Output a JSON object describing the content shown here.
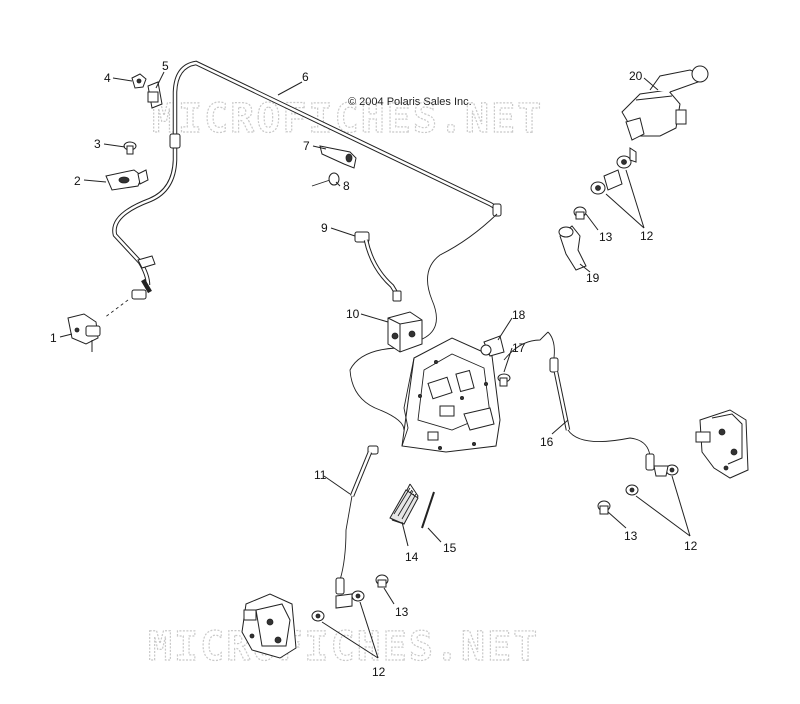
{
  "copyright": "© 2004 Polaris Sales Inc.",
  "watermark": "MICROFICHES.NET",
  "callouts": {
    "c1": "1",
    "c2": "2",
    "c3": "3",
    "c4": "4",
    "c5": "5",
    "c6": "6",
    "c7": "7",
    "c8": "8",
    "c9": "9",
    "c10": "10",
    "c11": "11",
    "c12a": "12",
    "c12b": "12",
    "c12c": "12",
    "c13a": "13",
    "c13b": "13",
    "c13c": "13",
    "c14": "14",
    "c15": "15",
    "c16": "16",
    "c17": "17",
    "c18": "18",
    "c19": "19",
    "c20": "20"
  },
  "colors": {
    "ink": "#222222",
    "watermark": "#c9c9c9",
    "background": "#ffffff"
  }
}
